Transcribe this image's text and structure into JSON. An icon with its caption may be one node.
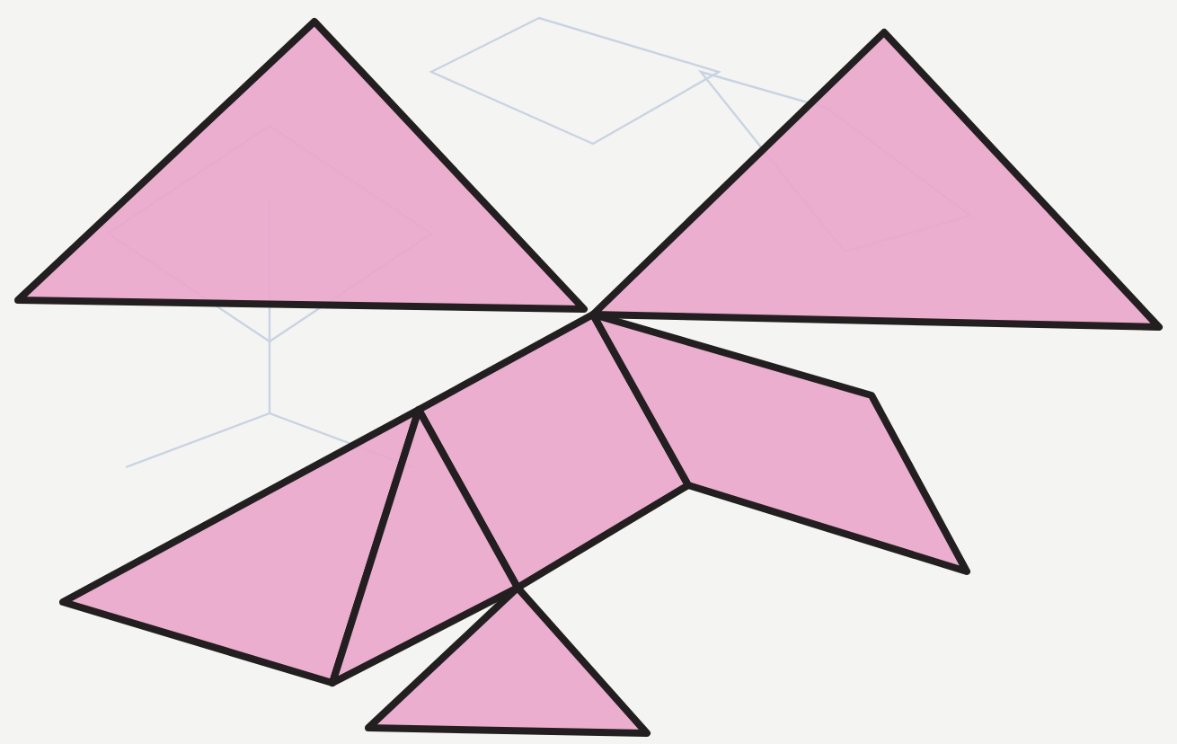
{
  "diagram": {
    "nodes": [
      {
        "text": [],
        "shape": "triangle"
      },
      {
        "text": [],
        "shape": "triangle"
      },
      {
        "text": [],
        "shape": "square"
      },
      {
        "text": [],
        "shape": "parallelogram"
      },
      {
        "text": [],
        "shape": "triangle"
      },
      {
        "text": [],
        "shape": "triangle"
      },
      {
        "text": [],
        "shape": "triangle"
      }
    ]
  }
}
